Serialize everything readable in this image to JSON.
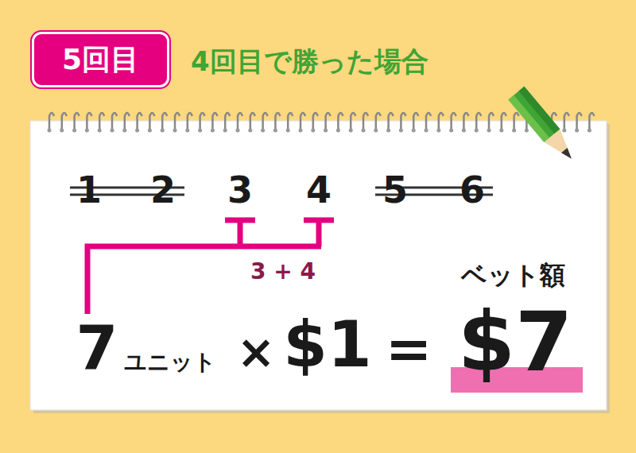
{
  "diagram": {
    "title": "4回目で勝った場合",
    "nodes": [
      {
        "text": [
          "5回目"
        ]
      }
    ],
    "labels": [
      "1",
      "2",
      "3",
      "4",
      "5",
      "6",
      "3 + 4",
      "ベット額",
      "7",
      "ユニット",
      "×",
      "$1",
      "=",
      "$7"
    ]
  }
}
